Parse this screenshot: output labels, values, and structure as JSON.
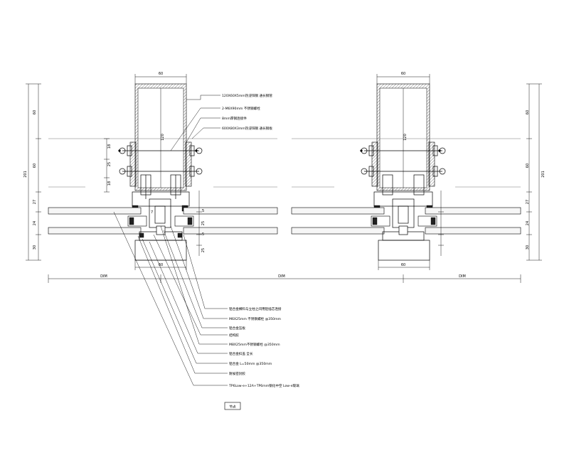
{
  "dims": {
    "top_width": "60",
    "bottom_width": "60",
    "tube_height": "120",
    "right_v": [
      "60",
      "60",
      "27",
      "24",
      "30"
    ],
    "right_total": "201",
    "left_v": [
      "18",
      "25",
      "18",
      "25",
      "25",
      "7",
      "5",
      "5"
    ],
    "bottom_dims": [
      "DIM",
      "DIM",
      "DIM"
    ]
  },
  "callouts_top": [
    "120X60X5mm热浸锌钢 通长钢管",
    "2-M6X90mm 不锈钢螺栓",
    "8mm厚钢连接件",
    "600X80X3mm热浸锌钢 通长钢板"
  ],
  "callouts_bottom": [
    "铝合金横料与立柱之间用铝插芯连接",
    "M6X25mm 不锈钢螺栓 @350mm",
    "铝合金压板",
    "结构胶",
    "M8X25mm不锈钢螺栓 @350mm",
    "铝合金扣盖 全长",
    "铝合金 L=50mm @350mm",
    "耐候密封胶",
    "TP6Low-e+12A+TP6mm钢化中空 Low-e玻璃"
  ],
  "title_mark": "节点"
}
